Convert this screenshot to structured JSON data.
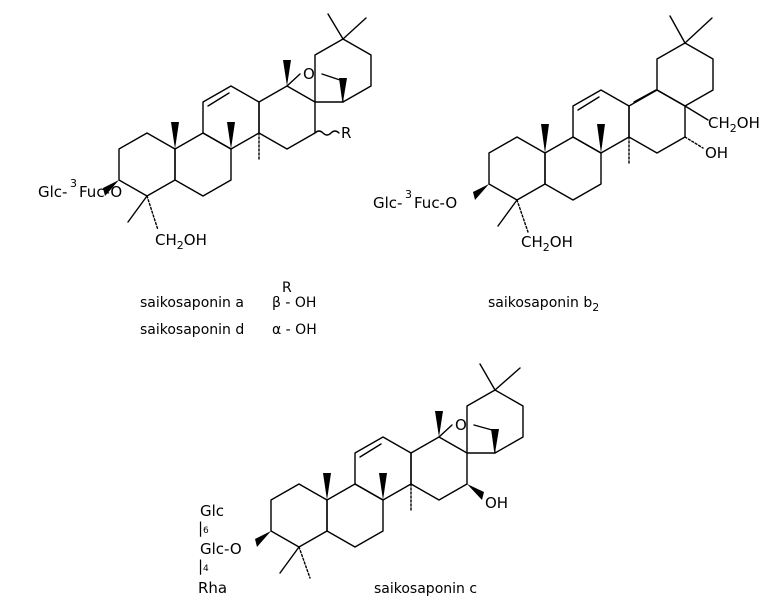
{
  "structures": {
    "a": {
      "substituent_left": "Glc-",
      "superscript": "3",
      "sugar_chain": "Fuc-O",
      "hydroxymethyl": "CH",
      "hydroxymethyl_sub": "2",
      "hydroxymethyl_end": "OH",
      "ring_oxygen": "O",
      "r_group": "R"
    },
    "b2": {
      "substituent_left": "Glc-",
      "superscript": "3",
      "sugar_chain": "Fuc-O",
      "hydroxymethyl_bottom": "CH",
      "hydroxymethyl_bottom_sub": "2",
      "hydroxymethyl_bottom_end": "OH",
      "hydroxymethyl_right": "CH",
      "hydroxymethyl_right_sub": "2",
      "hydroxymethyl_right_end": "OH",
      "hydroxyl": "OH"
    },
    "c": {
      "glc_top": "Glc",
      "link6": "6",
      "glc_mid": "Glc-O",
      "link4": "4",
      "rha": "Rha",
      "ring_oxygen": "O",
      "hydroxyl": "OH"
    }
  },
  "captions": {
    "r_header": "R",
    "saikosaponin_a": "saikosaponin a",
    "saikosaponin_a_r": "β - OH",
    "saikosaponin_d": "saikosaponin d",
    "saikosaponin_d_r": "α - OH",
    "saikosaponin_b2": "saikosaponin b",
    "saikosaponin_b2_sub": "2",
    "saikosaponin_c": "saikosaponin c"
  }
}
